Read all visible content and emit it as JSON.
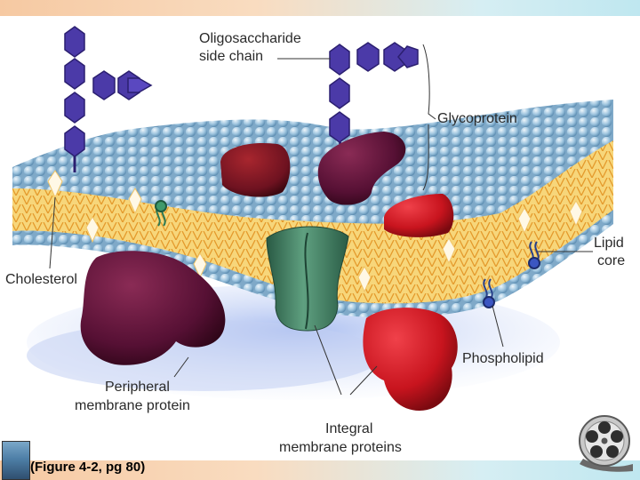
{
  "labels": {
    "oligosaccharide_line1": "Oligosaccharide",
    "oligosaccharide_line2": "side chain",
    "glycoprotein": "Glycoprotein",
    "lipid_line1": "Lipid",
    "lipid_line2": "core",
    "cholesterol": "Cholesterol",
    "phospholipid": "Phospholipid",
    "peripheral_line1": "Peripheral",
    "peripheral_line2": "membrane protein",
    "integral_line1": "Integral",
    "integral_line2": "membrane proteins"
  },
  "caption": "(Figure 4-2, pg 80)",
  "icons": {
    "thumbnail": "slide-thumbnail-icon",
    "film_reel": "film-reel-icon"
  },
  "colors": {
    "head_blue": "#9cc3de",
    "tail_orange": "#f3c24a",
    "sugar_purple": "#4b3aa8",
    "protein_maroon": "#5a1232",
    "protein_red": "#c8141e",
    "channel_green": "#3f7f62",
    "shadow_blue": "#b9c9ec"
  }
}
